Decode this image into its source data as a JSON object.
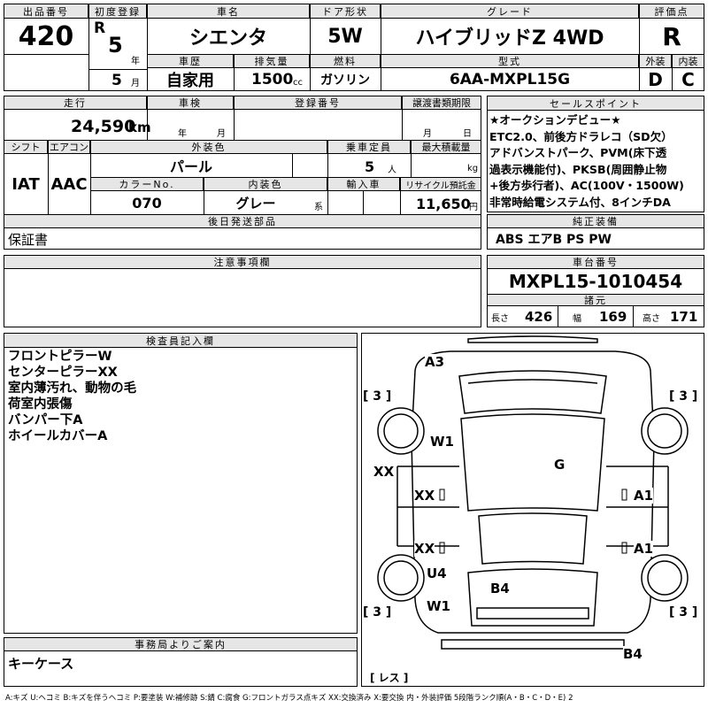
{
  "header": {
    "lot_label": "出品番号",
    "lot": "420",
    "first_reg_label": "初度登録",
    "era": "R",
    "year": "5",
    "year_unit": "年",
    "month": "5",
    "month_unit": "月",
    "car_name_label": "車名",
    "car_name": "シエンタ",
    "door_label": "ドア形状",
    "door": "5W",
    "grade_label": "グレード",
    "grade": "ハイブリッドZ 4WD",
    "score_label": "評価点",
    "score": "R",
    "history_label": "車歴",
    "history": "自家用",
    "displacement_label": "排気量",
    "displacement": "1500",
    "displacement_unit": "cc",
    "fuel_label": "燃料",
    "fuel": "ガソリン",
    "model_label": "型式",
    "model": "6AA-MXPL15G",
    "ext_label": "外装",
    "ext": "D",
    "int_label": "内装",
    "int": "C"
  },
  "row2": {
    "mileage_label": "走行",
    "mileage": "24,590",
    "mileage_unit": "km",
    "inspection_label": "車検",
    "insp_year_unit": "年",
    "insp_month_unit": "月",
    "plate_label": "登録番号",
    "transfer_label": "譲渡書類期限",
    "transfer_month_unit": "月",
    "transfer_day_unit": "日",
    "shift_label": "シフト",
    "shift": "IAT",
    "ac_label": "エアコン",
    "ac": "AAC",
    "ext_color_label": "外装色",
    "ext_color": "パール",
    "capacity_label": "乗車定員",
    "capacity": "5",
    "capacity_unit": "人",
    "max_load_label": "最大積載量",
    "max_load_unit": "kg",
    "color_no_label": "カラーNo.",
    "color_no": "070",
    "int_color_label": "内装色",
    "int_color": "グレー",
    "int_color_suffix": "系",
    "import_label": "輸入車",
    "recycle_label": "リサイクル預託金",
    "recycle": "11,650",
    "recycle_unit": "円",
    "later_parts_label": "後日発送部品",
    "later_parts": "保証書"
  },
  "sales_point": {
    "label": "セールスポイント",
    "lines": [
      "★オークションデビュー★",
      "ETC2.0、前後方ドラレコ（SD欠）",
      "アドバンストパーク、PVM(床下透",
      "過表示機能付)、PKSB(周囲静止物",
      "+後方歩行者)、AC(100V・1500W)",
      "非常時給電システム付、8インチDA"
    ]
  },
  "equipment": {
    "label": "純正装備",
    "value": "ABS エアB PS PW"
  },
  "notes": {
    "label": "注意事項欄"
  },
  "chassis": {
    "label": "車台番号",
    "value": "MXPL15-1010454",
    "dims_label": "諸元",
    "length_label": "長さ",
    "length": "426",
    "width_label": "幅",
    "width": "169",
    "height_label": "高さ",
    "height": "171"
  },
  "inspector": {
    "label": "検査員記入欄",
    "lines": [
      "フロントピラーW",
      "センターピラーXX",
      "室内薄汚れ、動物の毛",
      "荷室内張傷",
      "バンパー下A",
      "ホイールカバーA"
    ]
  },
  "office": {
    "label": "事務局よりご案内",
    "value": "キーケース"
  },
  "diagram": {
    "marks": {
      "a3": "A3",
      "w1_upper": "W1",
      "g": "G",
      "xx_side": "XX",
      "xx_mid_upper": "XX",
      "xx_mid_lower": "XX",
      "a1_upper": "A1",
      "a1_lower": "A1",
      "u4": "U4",
      "w1_lower": "W1",
      "b4_center": "B4",
      "b4_corner": "B4"
    },
    "tire_tl": "[ 3 ]",
    "tire_tr": "[ 3 ]",
    "tire_bl": "[ 3 ]",
    "tire_br": "[ 3 ]",
    "spare": "[ レス ]"
  },
  "legend": "A:キズ U:ヘコミ B:キズを伴うヘコミ P:要塗装 W:補修跡 S:錆 C:腐食 G:フロントガラス点キズ XX:交換済み X:要交換 内・外装評価 5段階ランク順(A・B・C・D・E) 2"
}
